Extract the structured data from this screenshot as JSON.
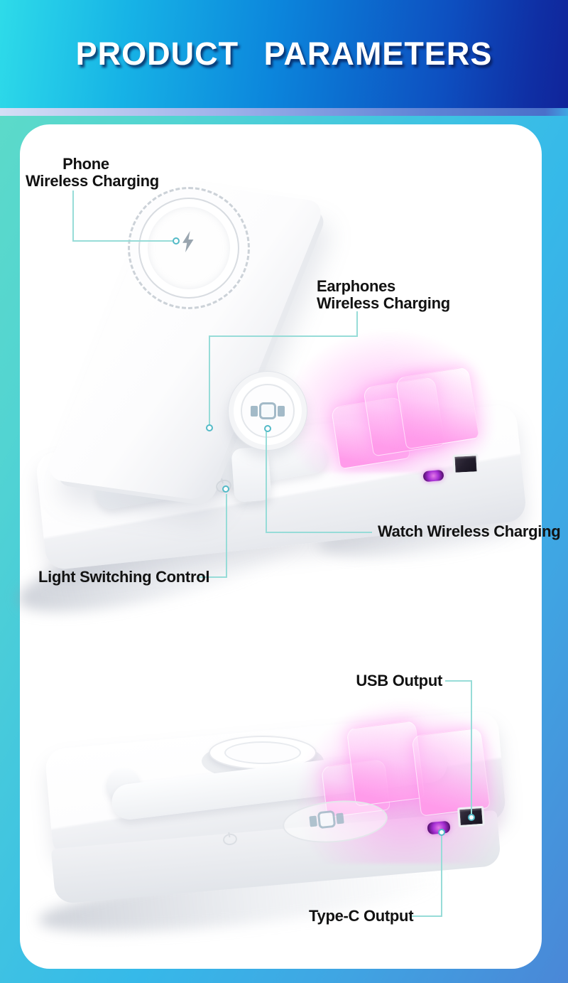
{
  "banner": {
    "title": "PRODUCT PARAMETERS"
  },
  "callouts": {
    "phone": {
      "line1": "Phone",
      "line2": "Wireless Charging"
    },
    "earphones": {
      "line1": "Earphones",
      "line2": "Wireless Charging"
    },
    "watch": {
      "label": "Watch Wireless Charging"
    },
    "light": {
      "label": "Light Switching Control"
    },
    "usb": {
      "label": "USB Output"
    },
    "typec": {
      "label": "Type-C Output"
    }
  },
  "icons": {
    "phone_pad": "lightning-bolt-icon",
    "watch_pad": "watch-band-icon",
    "light_control": "touch-sensor-icon",
    "usb_port": "usb-a-port",
    "typec_port": "usb-c-port"
  },
  "colors": {
    "banner_gradient_left": "#2EDBE9",
    "banner_gradient_mid": "#0C86DC",
    "banner_gradient_right": "#10249A",
    "frame_gradient_left": "#5FDCC6",
    "frame_gradient_right": "#4A87D7",
    "callout_line": "#97DCD8",
    "callout_dot_ring": "#53BAC7",
    "rgb_glow_pink": "#FF9BEA",
    "usb_c_purple": "#A62FD4",
    "label_text": "#121212"
  }
}
